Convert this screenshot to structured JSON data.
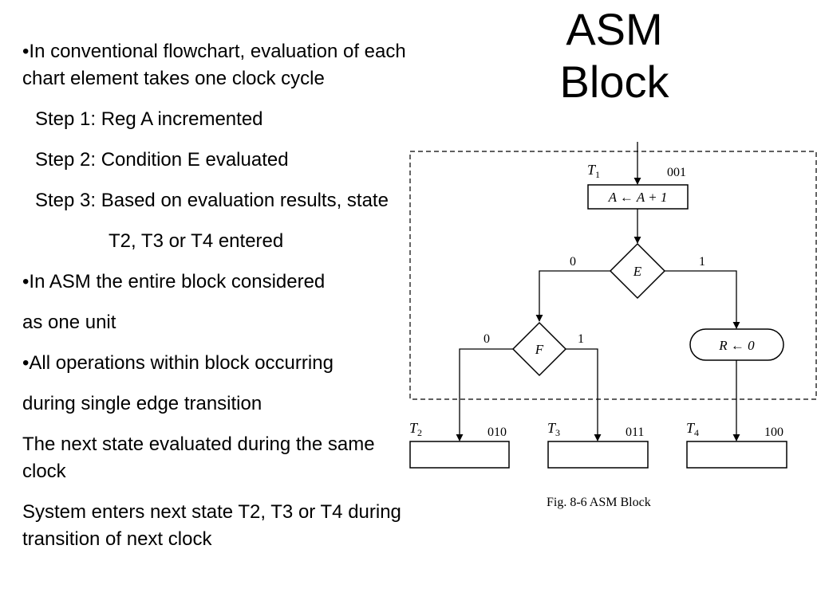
{
  "slide": {
    "title_line1": "ASM",
    "title_line2": "Block",
    "bullets": [
      {
        "text": "•In conventional flowchart, evaluation of each chart element takes one clock cycle",
        "indent": 0,
        "gap": 0
      },
      {
        "text": "Step 1: Reg A incremented",
        "indent": 16,
        "gap": 17
      },
      {
        "text": "Step 2: Condition E evaluated",
        "indent": 16,
        "gap": 17
      },
      {
        "text": "Step 3: Based on evaluation results, state",
        "indent": 16,
        "gap": 17,
        "hanging": true
      },
      {
        "text": "T2, T3 or T4 entered",
        "indent": 108,
        "gap": 17
      },
      {
        "text": "•In ASM the entire block considered",
        "indent": 0,
        "gap": 17
      },
      {
        "text": "as one unit",
        "indent": 0,
        "gap": 17
      },
      {
        "text": "•All operations within block occurring",
        "indent": 0,
        "gap": 17
      },
      {
        "text": "during single edge transition",
        "indent": 0,
        "gap": 17
      },
      {
        "text": "The next state evaluated during the same clock",
        "indent": 0,
        "gap": 17
      },
      {
        "text": "System enters next state T2, T3 or T4 during transition of next clock",
        "indent": 0,
        "gap": 17
      }
    ]
  },
  "diagram": {
    "t1_label": "T",
    "t1_sub": "1",
    "t1_code": "001",
    "state_box_op": "A ← A + 1",
    "decision_e": "E",
    "decision_f": "F",
    "e_false": "0",
    "e_true": "1",
    "f_false": "0",
    "f_true": "1",
    "cond_box_op": "R ← 0",
    "t2_label": "T",
    "t2_sub": "2",
    "t2_code": "010",
    "t3_label": "T",
    "t3_sub": "3",
    "t3_code": "011",
    "t4_label": "T",
    "t4_sub": "4",
    "t4_code": "100",
    "caption": "Fig. 8-6  ASM Block"
  }
}
